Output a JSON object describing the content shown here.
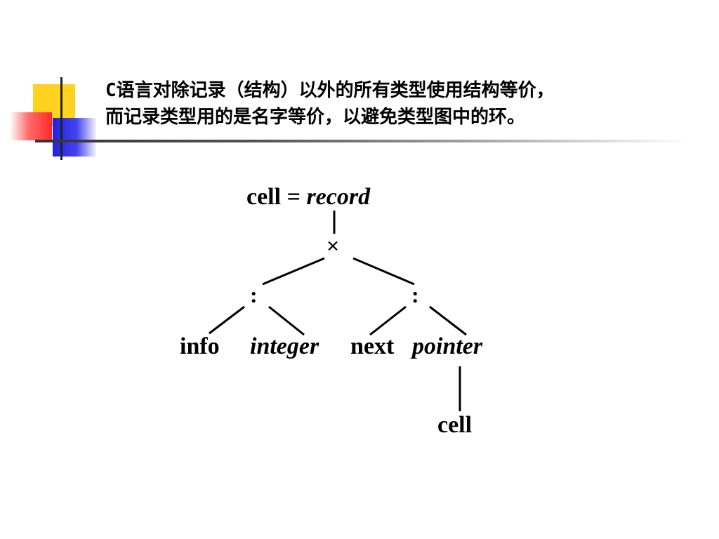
{
  "slide": {
    "title_lines": [
      "C语言对除记录（结构）以外的所有类型使用结构等价，",
      "而记录类型用的是名字等价，以避免类型图中的环。"
    ]
  },
  "tree": {
    "root_name": "cell =",
    "root_type": "record",
    "product_symbol": "×",
    "field_symbol": ":",
    "fields": [
      {
        "name": "info",
        "type": "integer"
      },
      {
        "name": "next",
        "type": "pointer"
      }
    ],
    "pointer_target": "cell"
  }
}
